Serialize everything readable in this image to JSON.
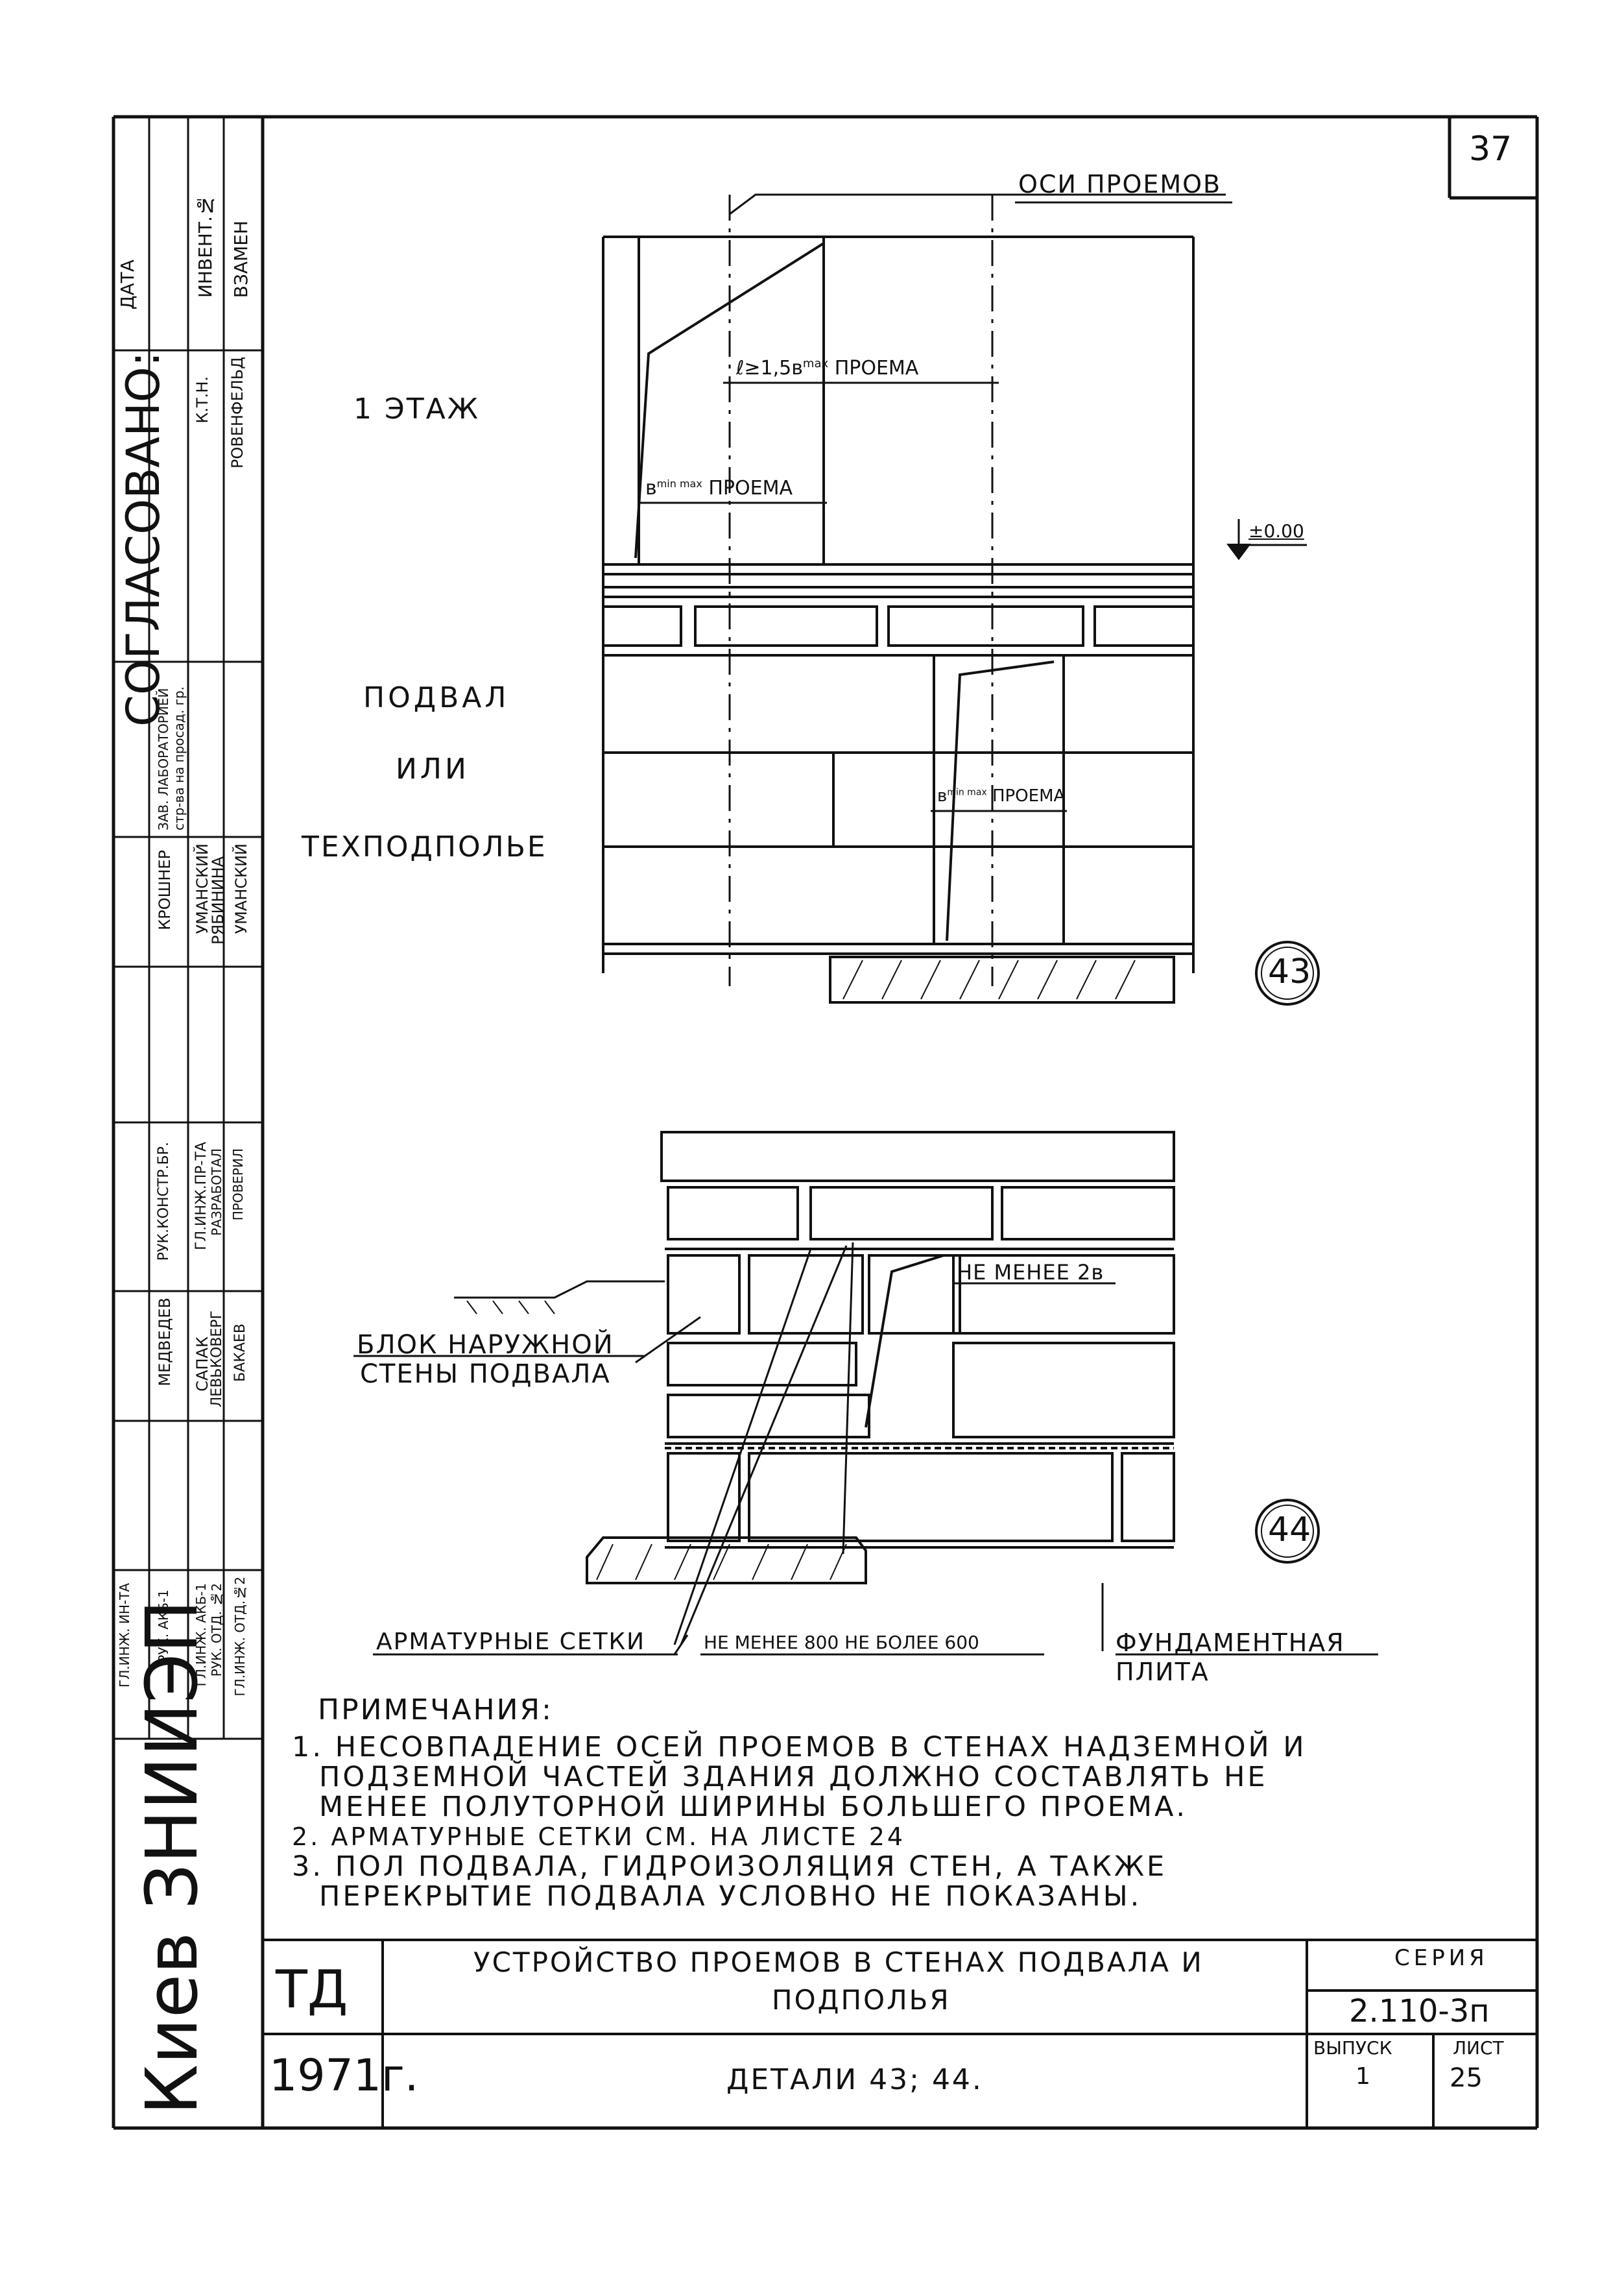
{
  "sheet_number": "37",
  "drawing": {
    "axes_label": "ОСИ ПРОЕМОВ",
    "floor1_label": "1 ЭТАЖ",
    "basement_label_1": "ПОДВАЛ",
    "basement_label_2": "ИЛИ",
    "basement_label_3": "ТЕХПОДПОЛЬЕ",
    "dim_l": "ℓ≥1,5в",
    "dim_l_sup": "max",
    "dim_l_text": "ПРОЕМА",
    "dim_b": "в",
    "dim_b_sup": "min max",
    "dim_b_text": "ПРОЕМА",
    "dim_b2": "в",
    "dim_b2_sup": "min max",
    "dim_b2_text": "ПРОЕМА",
    "level": "±0.00",
    "detail_43": "43",
    "detail_44": "44",
    "not_less_2b": "НЕ МЕНЕЕ 2в",
    "block_label_1": "БЛОК НАРУЖНОЙ",
    "block_label_2": "СТЕНЫ ПОДВАЛА",
    "mesh_label": "АРМАТУРНЫЕ СЕТКИ",
    "mesh_spacing": "НЕ МЕНЕЕ 800 НЕ БОЛЕЕ 600",
    "foundation_1": "ФУНДАМЕНТНАЯ",
    "foundation_2": "ПЛИТА"
  },
  "notes": {
    "heading": "ПРИМЕЧАНИЯ:",
    "lines": [
      "1. НЕСОВПАДЕНИЕ ОСЕЙ ПРОЕМОВ В СТЕНАХ НАДЗЕМНОЙ И",
      "ПОДЗЕМНОЙ ЧАСТЕЙ ЗДАНИЯ ДОЛЖНО СОСТАВЛЯТЬ НЕ",
      "МЕНЕЕ ПОЛУТОРНОЙ ШИРИНЫ БОЛЬШЕГО ПРОЕМА.",
      "2. АРМАТУРНЫЕ СЕТКИ СМ. НА ЛИСТЕ 24",
      "3. ПОЛ ПОДВАЛА, ГИДРОИЗОЛЯЦИЯ СТЕН, А ТАКЖЕ",
      "ПЕРЕКРЫТИЕ ПОДВАЛА УСЛОВНО НЕ ПОКАЗАНЫ."
    ]
  },
  "title_block": {
    "code": "ТД",
    "year": "1971г.",
    "title_line1": "УСТРОЙСТВО ПРОЕМОВ В СТЕНАХ ПОДВАЛА И",
    "title_line2": "ПОДПОЛЬЯ",
    "subtitle": "ДЕТАЛИ 43; 44.",
    "series_label": "СЕРИЯ",
    "series_value": "2.110-3п",
    "issue_label": "ВЫПУСК",
    "issue_value": "1",
    "sheet_label": "ЛИСТ",
    "sheet_value": "25"
  },
  "side_stamp": {
    "org": "Киев ЗНИИЭП",
    "agreed": "СОГЛАСОВАНО:",
    "date": "ДАТА",
    "inv": "ИНВЕНТ.№",
    "replace": "ВЗАМЕН",
    "roles": [
      "ГЛ.ИНЖ. ИН-ТА",
      "РУК. АКБ-1",
      "ГЛ.ИНЖ. АКБ-1",
      "РУК. ОТД. №2",
      "ГЛ.ИНЖ. ОТД.№2"
    ],
    "names_a": [
      "МЕДВЕДЕВ",
      "САПАК",
      "ЛЕВЬКОВЕРГ",
      "БАКАЕВ"
    ],
    "roles_b": [
      "РУК.КОНСТР.БР.",
      "ГЛ.ИНЖ.ПР-ТА",
      "РАЗРАБОТАЛ",
      "ПРОВЕРИЛ"
    ],
    "names_b": [
      "КРОШНЕР",
      "УМАНСКИЙ",
      "РЯБИНИНА",
      "УМАНСКИЙ"
    ],
    "lab": "ЗАВ. ЛАБОРАТОРИЕЙ стр-ва на просад. гр.",
    "kin": "К.Т.Н.",
    "kin_name": "РОВЕНФЕЛЬД"
  }
}
